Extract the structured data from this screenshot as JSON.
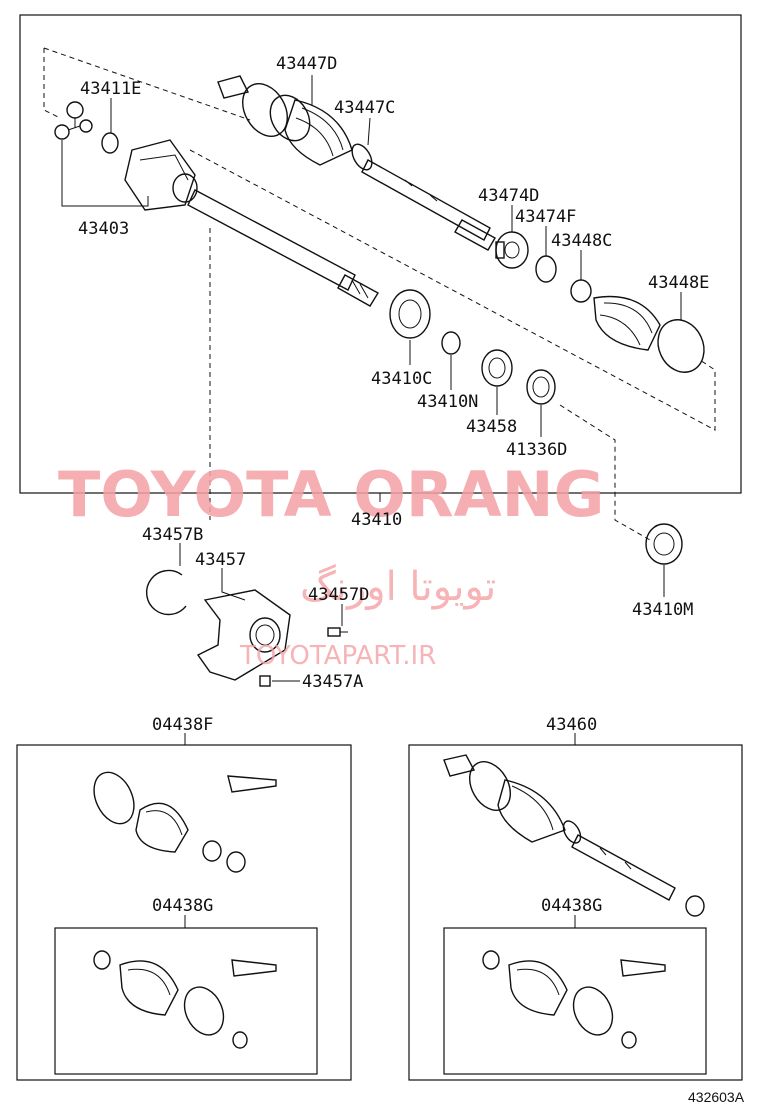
{
  "labels": {
    "p43447D": "43447D",
    "p43411E": "43411E",
    "p43447C": "43447C",
    "p43403": "43403",
    "p43474D": "43474D",
    "p43474F": "43474F",
    "p43448C": "43448C",
    "p43448E": "43448E",
    "p43410C": "43410C",
    "p43410N": "43410N",
    "p43458": "43458",
    "p41336D": "41336D",
    "p43410": "43410",
    "p43457B": "43457B",
    "p43457": "43457",
    "p43457D": "43457D",
    "p43457A": "43457A",
    "p43410M": "43410M",
    "p04438F": "04438F",
    "p43460": "43460",
    "p04438G_left": "04438G",
    "p04438G_right": "04438G"
  },
  "watermark": {
    "brand": "TOYOTA ORANG",
    "persian": "تویوتا اورنگ",
    "site": "TOYOTAPART.IR"
  },
  "diagram_code": "432603A"
}
